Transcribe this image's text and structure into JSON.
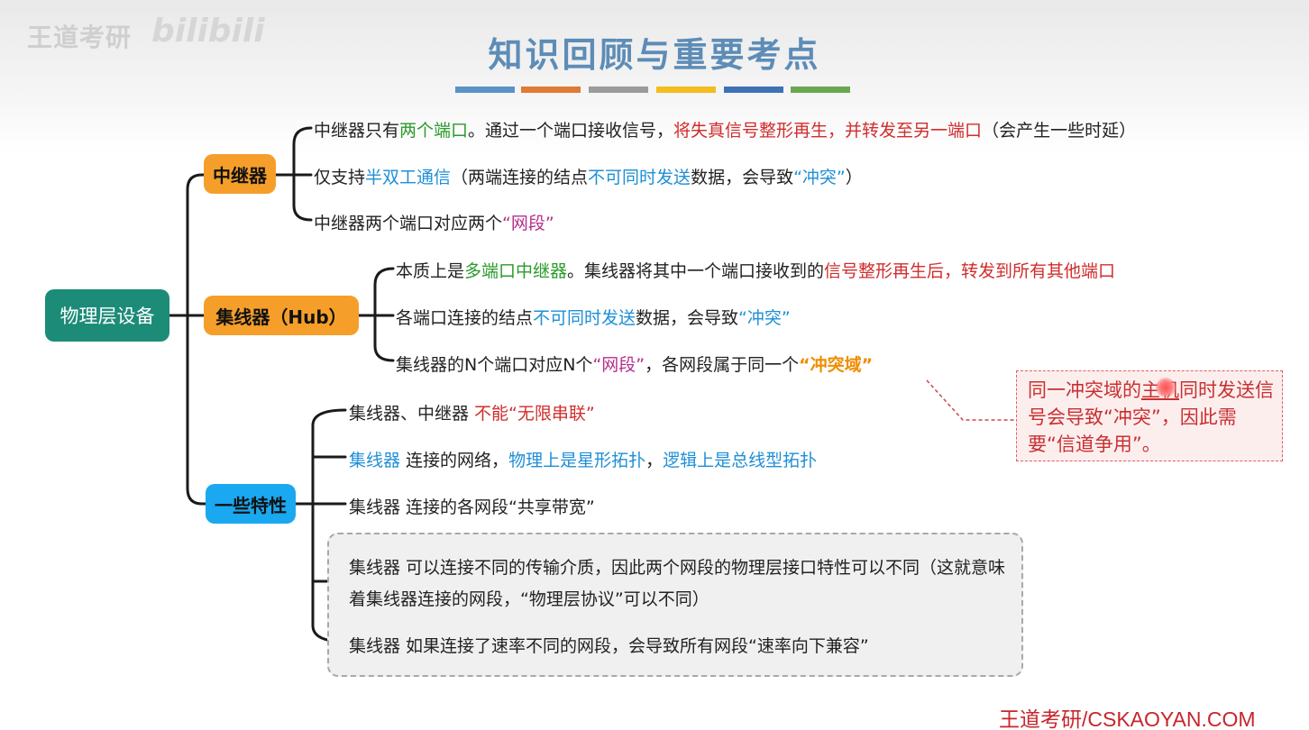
{
  "watermark": {
    "author": "王道考研",
    "site": "bilibili"
  },
  "title": "知识回顾与重要考点",
  "stripes": [
    "#5b93c7",
    "#e07a35",
    "#9b9b9b",
    "#f2bd1d",
    "#3f72b5",
    "#6aa84f"
  ],
  "root": "物理层设备",
  "repeater": {
    "label": "中继器",
    "items": [
      {
        "parts": [
          "中继器只有",
          "两个端口",
          "。通过一个端口接收信号，",
          "将失真信号整形再生，并转发至另一端口",
          "（会产生一些时延）"
        ]
      },
      {
        "parts": [
          "仅支持",
          "半双工通信",
          "（两端连接的结点",
          "不可同时发送",
          "数据，会导致",
          "“冲突”",
          "）"
        ]
      },
      {
        "parts": [
          "中继器两个端口对应两个",
          "“网段”"
        ]
      }
    ]
  },
  "hub": {
    "label": "集线器（Hub）",
    "items": [
      {
        "parts": [
          "本质上是",
          "多端口中继器",
          "。集线器将其中一个端口接收到的",
          "信号整形再生后，转发到所有其他端口"
        ]
      },
      {
        "parts": [
          "各端口连接的结点",
          "不可同时发送",
          "数据，会导致",
          "“冲突”"
        ]
      },
      {
        "parts": [
          "集线器的N个端口对应N个",
          "“网段”",
          "，各网段属于同一个",
          "“冲突域”"
        ]
      }
    ]
  },
  "features": {
    "label": "一些特性",
    "items": [
      {
        "parts": [
          "集线器、中继器 ",
          "不能“无限串联”"
        ]
      },
      {
        "parts": [
          "集线器",
          " 连接的网络，",
          "物理上是星形拓扑",
          "，",
          "逻辑上是总线型拓扑"
        ]
      },
      {
        "parts": [
          "集线器 连接的各网段“共享带宽”"
        ]
      },
      {
        "parts": [
          "集线器 可以连接不同的传输介质，因此两个网段的物理层接口特性可以不同（这就意味着集线器连接的网段，“物理层协议”可以不同）"
        ]
      },
      {
        "parts": [
          "集线器 如果连接了速率不同的网段，会导致所有网段“速率向下兼容”"
        ]
      }
    ]
  },
  "note": {
    "prefix": "同一冲突域的",
    "underlined": "主机",
    "suffix": "同时发送信号会导致“冲突”，因此需要“信道争用”。"
  },
  "footer": "王道考研/CSKAOYAN.COM"
}
